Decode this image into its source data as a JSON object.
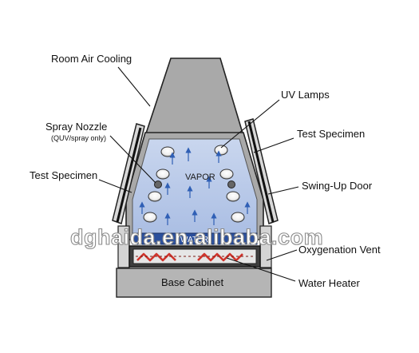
{
  "labels": {
    "room_air_cooling": "Room Air Cooling",
    "uv_lamps": "UV Lamps",
    "spray_nozzle": "Spray Nozzle",
    "spray_nozzle_note": "(QUV/spray only)",
    "test_specimen_right": "Test Specimen",
    "test_specimen_left": "Test Specimen",
    "swing_up_door": "Swing-Up Door",
    "oxygenation_vent": "Oxygenation Vent",
    "water_heater": "Water Heater",
    "vapor": "VAPOR",
    "water": "WATER",
    "base_cabinet": "Base Cabinet"
  },
  "watermark": "dghaida.en.alibaba.com",
  "colors": {
    "chamber_gray": "#a9a9a9",
    "chamber_interior": "#b8c8e6",
    "arrow_blue": "#2f5fb5",
    "water_blue": "#2b4f9c",
    "heater_red": "#d0342c",
    "base_gray": "#b5b5b5"
  }
}
